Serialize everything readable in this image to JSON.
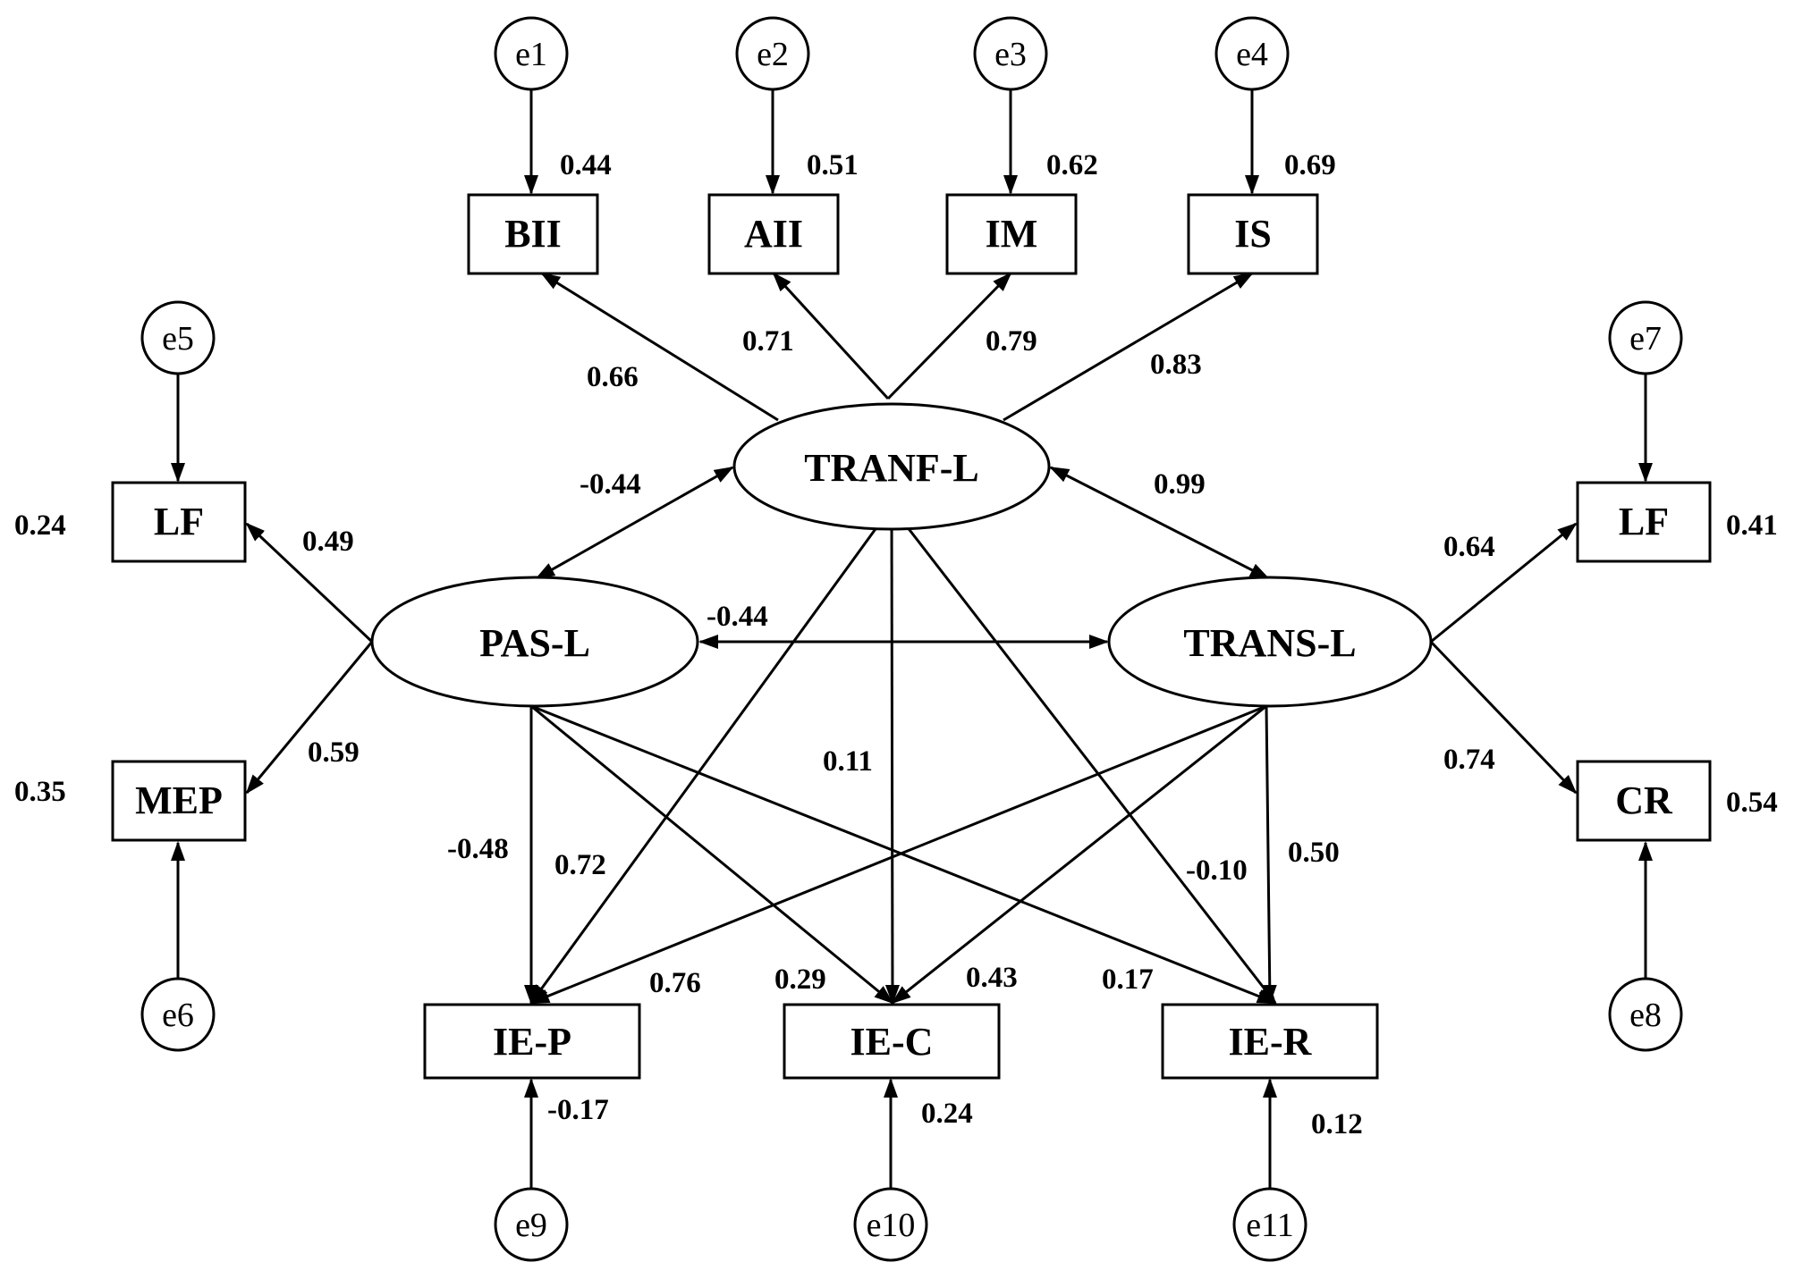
{
  "errors": {
    "e1": "e1",
    "e2": "e2",
    "e3": "e3",
    "e4": "e4",
    "e5": "e5",
    "e6": "e6",
    "e7": "e7",
    "e8": "e8",
    "e9": "e9",
    "e10": "e10",
    "e11": "e11"
  },
  "indicators": {
    "bii": "BII",
    "aii": "AII",
    "im": "IM",
    "is": "IS",
    "lf_left": "LF",
    "mep": "MEP",
    "lf_right": "LF",
    "cr": "CR",
    "iep": "IE-P",
    "iec": "IE-C",
    "ier": "IE-R"
  },
  "latents": {
    "tranf": "TRANF-L",
    "pas": "PAS-L",
    "trans": "TRANS-L"
  },
  "coefficients": {
    "e1_bii": "0.44",
    "e2_aii": "0.51",
    "e3_im": "0.62",
    "e4_is": "0.69",
    "tranf_bii": "0.66",
    "tranf_aii": "0.71",
    "tranf_im": "0.79",
    "tranf_is": "0.83",
    "tranf_pas": "-0.44",
    "tranf_trans": "0.99",
    "pas_trans": "-0.44",
    "lf_left_r2": "0.24",
    "pas_lf": "0.49",
    "pas_mep": "0.59",
    "mep_r2": "0.35",
    "trans_lf": "0.64",
    "lf_right_r2": "0.41",
    "trans_cr": "0.74",
    "cr_r2": "0.54",
    "tranf_iec": "0.11",
    "pas_iep": "-0.48",
    "tranf_iep": "0.72",
    "trans_iep": "0.76",
    "pas_iec": "0.29",
    "trans_iec": "0.43",
    "tranf_ier": "-0.10",
    "trans_ier": "0.50",
    "pas_ier": "0.17",
    "iep_r2": "-0.17",
    "iec_r2": "0.24",
    "ier_r2": "0.12"
  }
}
